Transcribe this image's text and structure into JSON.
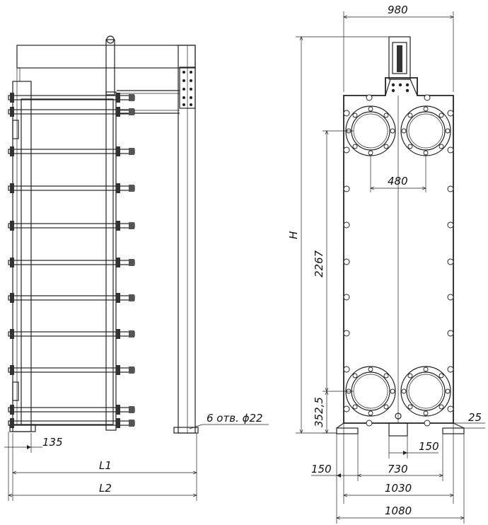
{
  "side_view": {
    "dim_135": "135",
    "dim_L1": "L1",
    "dim_L2": "L2",
    "note_holes": "6 отв. ϕ22"
  },
  "front_view": {
    "dim_980": "980",
    "dim_H": "H",
    "dim_480": "480",
    "dim_2267": "2267",
    "dim_352": "352,5",
    "dim_25": "25",
    "dim_150_right": "150",
    "dim_150_left": "150",
    "dim_730": "730",
    "dim_1030": "1030",
    "dim_1080": "1080"
  }
}
